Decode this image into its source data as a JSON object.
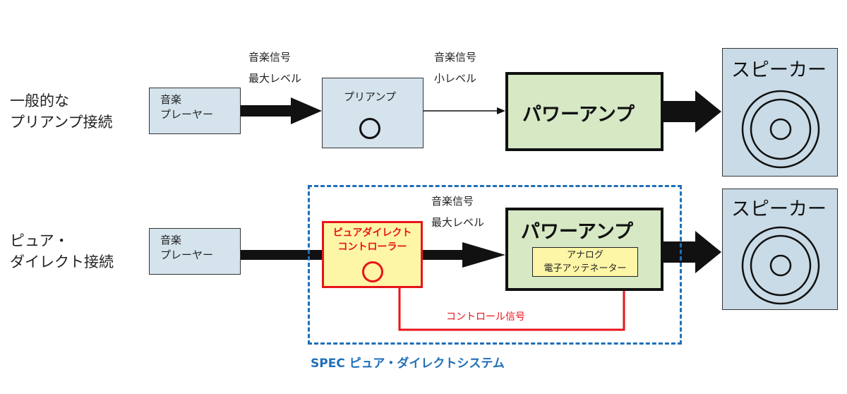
{
  "rows": {
    "general": {
      "label_line1": "一般的な",
      "label_line2": "プリアンプ接続",
      "player": {
        "line1": "音楽",
        "line2": "プレーヤー"
      },
      "signal1": {
        "line1": "音楽信号",
        "line2": "最大レベル"
      },
      "preamp": {
        "label": "プリアンプ"
      },
      "signal2": {
        "line1": "音楽信号",
        "line2": "小レベル"
      },
      "power_amp": {
        "label": "パワーアンプ"
      },
      "speaker": {
        "label": "スピーカー"
      }
    },
    "pure_direct": {
      "label_line1": "ピュア・",
      "label_line2": "ダイレクト接続",
      "player": {
        "line1": "音楽",
        "line2": "プレーヤー"
      },
      "controller": {
        "line1": "ピュアダイレクト",
        "line2": "コントローラー"
      },
      "signal": {
        "line1": "音楽信号",
        "line2": "最大レベル"
      },
      "power_amp": {
        "label": "パワーアンプ"
      },
      "attenuator": {
        "line1": "アナログ",
        "line2": "電子アッテネーター"
      },
      "control_signal": "コントロール信号",
      "speaker": {
        "label": "スピーカー"
      },
      "system_label": "SPEC ピュア・ダイレクトシステム"
    }
  },
  "colors": {
    "accent_red": "#e8141b",
    "accent_blue": "#1f6fb8",
    "box_light_blue": "#d4e3ec",
    "amp_green": "#d6e8c4",
    "controller_yellow": "#fdf6a6"
  }
}
